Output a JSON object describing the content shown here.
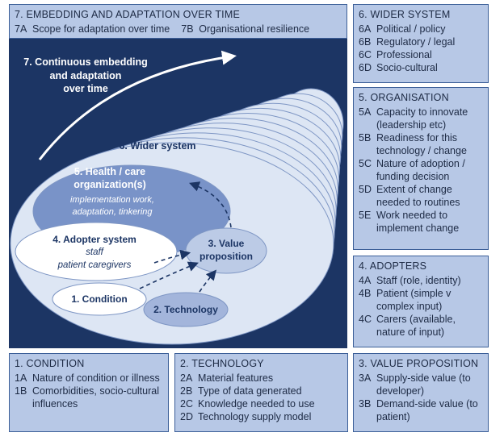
{
  "embedding": {
    "heading": "7.   EMBEDDING AND ADAPTATION OVER TIME",
    "items": [
      {
        "code": "7A",
        "text": "Scope for adaptation over time"
      },
      {
        "code": "7B",
        "text": "Organisational resilience"
      }
    ]
  },
  "wider_system": {
    "heading": "6.   WIDER SYSTEM",
    "items": [
      {
        "code": "6A",
        "text": "Political / policy"
      },
      {
        "code": "6B",
        "text": "Regulatory / legal"
      },
      {
        "code": "6C",
        "text": "Professional"
      },
      {
        "code": "6D",
        "text": "Socio-cultural"
      }
    ]
  },
  "organisation": {
    "heading": "5.   ORGANISATION",
    "items": [
      {
        "code": "5A",
        "text": "Capacity to innovate (leadership etc)"
      },
      {
        "code": "5B",
        "text": "Readiness for this technology / change"
      },
      {
        "code": "5C",
        "text": "Nature of adoption / funding decision"
      },
      {
        "code": "5D",
        "text": "Extent of change needed to routines"
      },
      {
        "code": "5E",
        "text": "Work needed to implement change"
      }
    ]
  },
  "adopters": {
    "heading": "4.   ADOPTERS",
    "items": [
      {
        "code": "4A",
        "text": "Staff (role, identity)"
      },
      {
        "code": "4B",
        "text": "Patient (simple v complex input)"
      },
      {
        "code": "4C",
        "text": "Carers (available, nature of input)"
      }
    ]
  },
  "condition": {
    "heading": "1.   CONDITION",
    "items": [
      {
        "code": "1A",
        "text": "Nature of condition or illness"
      },
      {
        "code": "1B",
        "text": "Comorbidities, socio-cultural influences"
      }
    ]
  },
  "technology": {
    "heading": "2.   TECHNOLOGY",
    "items": [
      {
        "code": "2A",
        "text": "Material features"
      },
      {
        "code": "2B",
        "text": "Type of data generated"
      },
      {
        "code": "2C",
        "text": "Knowledge needed to use"
      },
      {
        "code": "2D",
        "text": "Technology supply model"
      }
    ]
  },
  "value_proposition": {
    "heading": "3.   VALUE PROPOSITION",
    "items": [
      {
        "code": "3A",
        "text": "Supply-side value (to developer)"
      },
      {
        "code": "3B",
        "text": "Demand-side value (to patient)"
      }
    ]
  },
  "diagram": {
    "continuous_line1": "7. Continuous embedding",
    "continuous_line2": "and adaptation",
    "continuous_line3": "over time",
    "wider_system_label": "6. Wider system",
    "org_line1": "5. Health / care",
    "org_line2": "organization(s)",
    "org_sub1": "implementation work,",
    "org_sub2": "adaptation, tinkering",
    "adopter_title": "4. Adopter system",
    "adopter_sub1": "staff",
    "adopter_sub2": "patient  caregivers",
    "condition_label": "1. Condition",
    "technology_label": "2. Technology",
    "value_line1": "3. Value",
    "value_line2": "proposition",
    "colors": {
      "background": "#1c3564",
      "layer_fill": "#dde6f4",
      "layer_stroke": "#7e96c4",
      "org_fill": "#7993c8",
      "tech_fill": "#a3b5db",
      "value_fill": "#bccbe6"
    }
  }
}
